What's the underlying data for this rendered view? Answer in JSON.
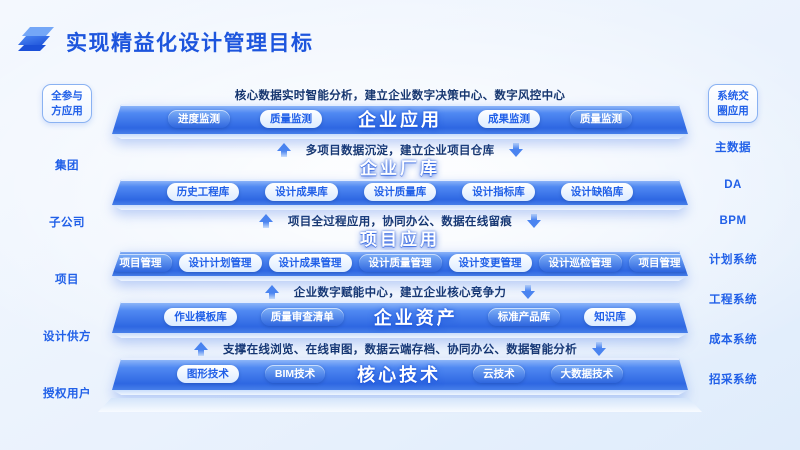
{
  "title": {
    "text": "实现精益化设计管理目标"
  },
  "colors": {
    "accent": "#2160e8",
    "title_blue": "#1d55dd",
    "platform_top": "#9cc0fa",
    "platform_bottom": "#2e67e2",
    "caption_navy": "#16366f"
  },
  "left_rail": {
    "badge": {
      "line1": "全参与",
      "line2": "方应用"
    },
    "items": [
      "集团",
      "子公司",
      "项目",
      "设计供方",
      "授权用户"
    ]
  },
  "right_rail": {
    "badge": {
      "line1": "系统交",
      "line2": "圈应用"
    },
    "items": [
      "主数据",
      "DA",
      "BPM",
      "计划系统",
      "工程系统",
      "成本系统",
      "招采系统"
    ]
  },
  "layers": [
    {
      "caption": "核心数据实时智能分析，建立企业数字决策中心、数字风控中心",
      "has_arrows": false,
      "title": "企业应用",
      "title_position": "inline",
      "title_index": 2,
      "pills": [
        {
          "label": "进度监测",
          "style": "blue"
        },
        {
          "label": "质量监测",
          "style": "white"
        },
        {
          "label": "成果监测",
          "style": "white"
        },
        {
          "label": "质量监测",
          "style": "blue"
        }
      ]
    },
    {
      "caption": "多项目数据沉淀，建立企业项目仓库",
      "has_arrows": true,
      "title": "企业厂库",
      "title_position": "above",
      "pills": [
        {
          "label": "历史工程库",
          "style": "white"
        },
        {
          "label": "设计成果库",
          "style": "white"
        },
        {
          "label": "设计质量库",
          "style": "white"
        },
        {
          "label": "设计指标库",
          "style": "white"
        },
        {
          "label": "设计缺陷库",
          "style": "white"
        }
      ]
    },
    {
      "caption": "项目全过程应用，协同办公、数据在线留痕",
      "has_arrows": true,
      "title": "项目应用",
      "title_position": "above",
      "pills": [
        {
          "label": "项目管理",
          "style": "blue"
        },
        {
          "label": "设计计划管理",
          "style": "white"
        },
        {
          "label": "设计成果管理",
          "style": "white"
        },
        {
          "label": "设计质量管理",
          "style": "blue"
        },
        {
          "label": "设计变更管理",
          "style": "white"
        },
        {
          "label": "设计巡检管理",
          "style": "blue"
        },
        {
          "label": "项目管理",
          "style": "blue"
        }
      ]
    },
    {
      "caption": "企业数字赋能中心，建立企业核心竞争力",
      "has_arrows": true,
      "title": "企业资产",
      "title_position": "inline",
      "title_index": 2,
      "pills": [
        {
          "label": "作业模板库",
          "style": "white"
        },
        {
          "label": "质量审查清单",
          "style": "blue"
        },
        {
          "label": "标准产品库",
          "style": "blue"
        },
        {
          "label": "知识库",
          "style": "white"
        }
      ]
    },
    {
      "caption": "支撑在线浏览、在线审图，数据云端存档、协同办公、数据智能分析",
      "has_arrows": true,
      "title": "核心技术",
      "title_position": "inline",
      "title_index": 2,
      "pills": [
        {
          "label": "图形技术",
          "style": "white"
        },
        {
          "label": "BIM技术",
          "style": "blue"
        },
        {
          "label": "云技术",
          "style": "blue"
        },
        {
          "label": "大数据技术",
          "style": "blue"
        }
      ]
    }
  ]
}
